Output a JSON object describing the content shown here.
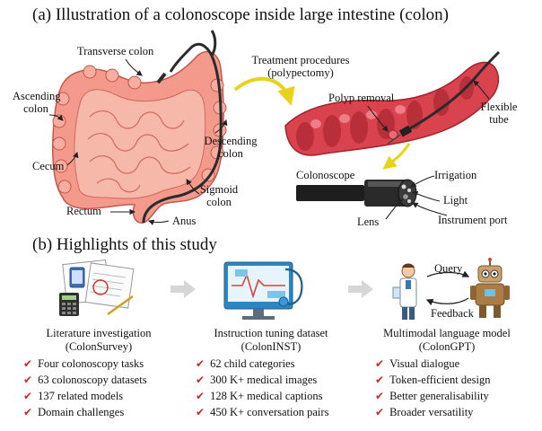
{
  "section_a": {
    "title": "(a) Illustration of a colonoscope inside large intestine (colon)"
  },
  "colon_labels": {
    "transverse": "Transverse colon",
    "ascending": "Ascending colon",
    "descending": "Descending colon",
    "cecum": "Cecum",
    "sigmoid": "Sigmoid colon",
    "rectum": "Rectum",
    "anus": "Anus"
  },
  "scope_labels": {
    "treatment": "Treatment procedures (polypectomy)",
    "polyp_removal": "Polyp removal",
    "flexible_tube": "Flexible tube",
    "colonoscope": "Colonoscope",
    "irrigation": "Irrigation",
    "light": "Light",
    "lens": "Lens",
    "instrument_port": "Instrument port"
  },
  "section_b": {
    "title": "(b) Highlights of this study"
  },
  "columns": [
    {
      "title_line1": "Literature investigation",
      "title_line2": "(ColonSurvey)",
      "items": [
        "Four colonoscopy tasks",
        "63 colonoscopy datasets",
        "137 related models",
        "Domain challenges"
      ]
    },
    {
      "title_line1": "Instruction tuning dataset",
      "title_line2": "(ColonINST)",
      "items": [
        "62 child categories",
        "300 K+ medical images",
        "128 K+ medical captions",
        "450 K+ conversation pairs"
      ]
    },
    {
      "title_line1": "Multimodal language model",
      "title_line2": "(ColonGPT)",
      "items": [
        "Visual dialogue",
        "Token-efficient design",
        "Better generalisability",
        "Broader versatility"
      ]
    }
  ],
  "gpt_labels": {
    "query": "Query",
    "feedback": "Feedback"
  },
  "check_glyph": "✔"
}
